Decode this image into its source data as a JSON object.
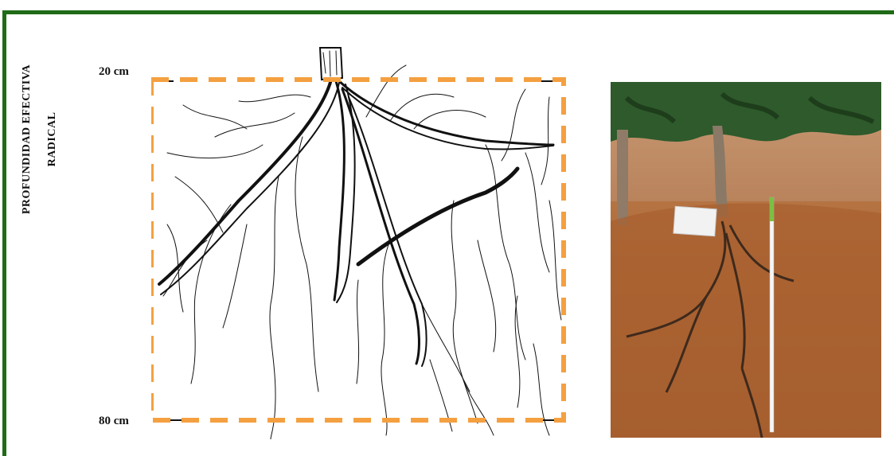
{
  "labels": {
    "depth_top": "20 cm",
    "depth_bottom": "80 cm",
    "axis_line1": "PROFUNDIDAD EFECTIVA",
    "axis_line2": "RADICAL"
  },
  "colors": {
    "frame_border": "#1f6b17",
    "zone_dash": "#f4a040",
    "root_ink": "#111111",
    "soil": "#b0703d",
    "foliage": "#2e5a2c"
  },
  "icons": [
    "root-system-drawing",
    "soil-pit-photo",
    "measuring-tape"
  ]
}
